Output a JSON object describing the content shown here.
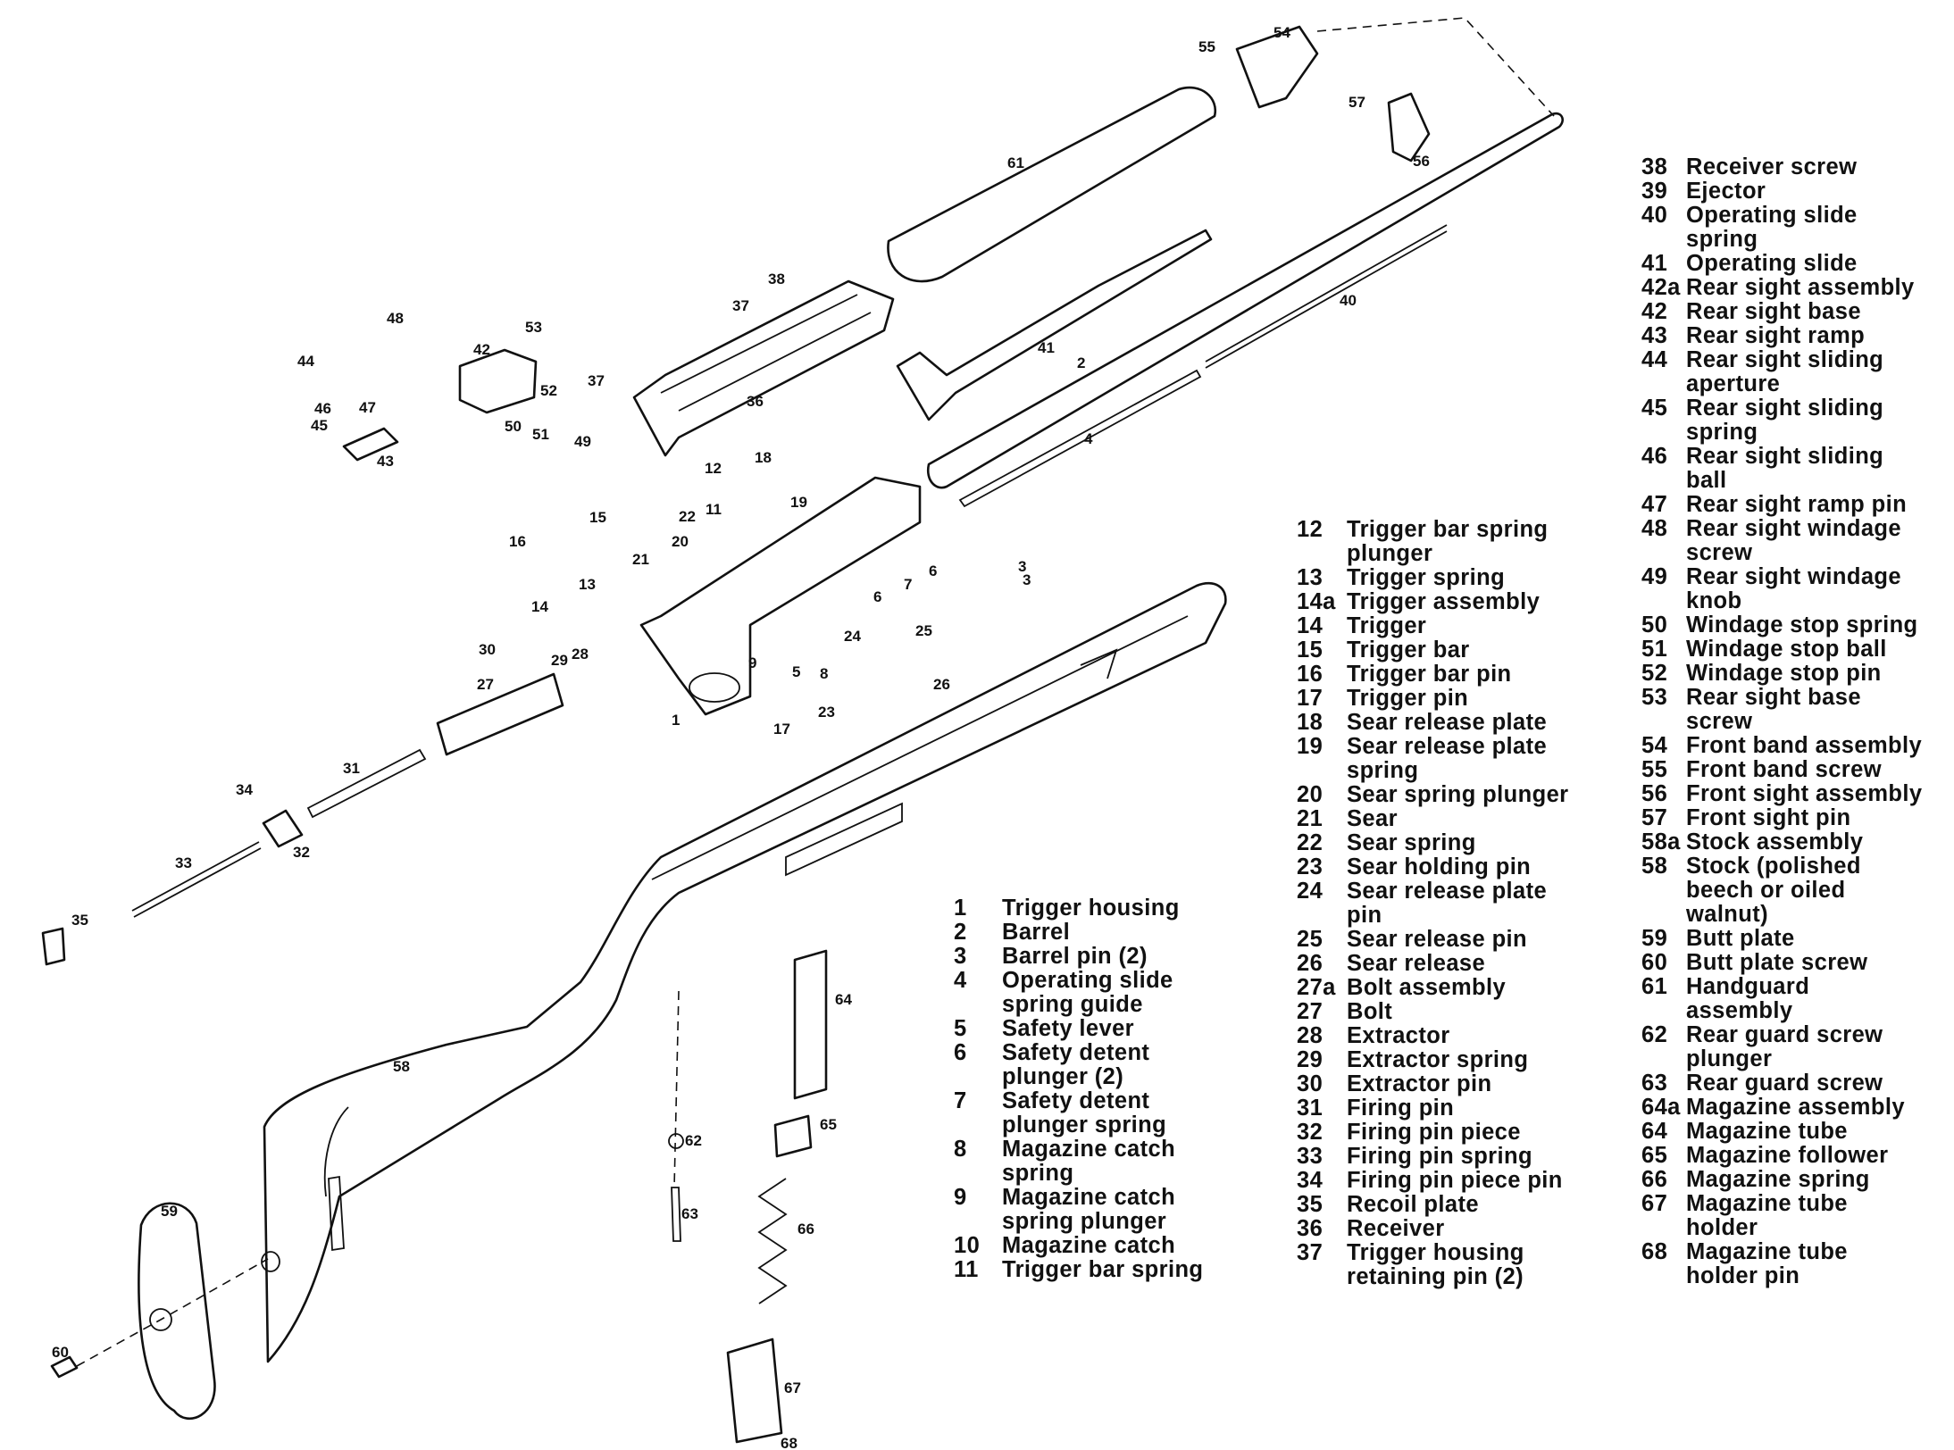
{
  "diagram": {
    "callouts": [
      "1",
      "2",
      "3",
      "3",
      "4",
      "5",
      "6",
      "6",
      "7",
      "8",
      "9",
      "11",
      "12",
      "13",
      "14",
      "15",
      "16",
      "17",
      "18",
      "19",
      "20",
      "21",
      "22",
      "23",
      "24",
      "25",
      "26",
      "27",
      "28",
      "29",
      "30",
      "31",
      "32",
      "33",
      "34",
      "35",
      "36",
      "37",
      "37",
      "38",
      "40",
      "41",
      "42",
      "43",
      "44",
      "45",
      "46",
      "47",
      "48",
      "49",
      "50",
      "51",
      "52",
      "53",
      "54",
      "55",
      "56",
      "57",
      "58",
      "59",
      "60",
      "61",
      "62",
      "63",
      "64",
      "65",
      "66",
      "67",
      "68"
    ]
  },
  "legend": {
    "column_1": [
      {
        "num": "1",
        "desc": "Trigger housing"
      },
      {
        "num": "2",
        "desc": "Barrel"
      },
      {
        "num": "3",
        "desc": "Barrel pin (2)"
      },
      {
        "num": "4",
        "desc": "Operating slide\nspring guide"
      },
      {
        "num": "5",
        "desc": "Safety lever"
      },
      {
        "num": "6",
        "desc": "Safety detent\nplunger (2)"
      },
      {
        "num": "7",
        "desc": "Safety detent\nplunger spring"
      },
      {
        "num": "8",
        "desc": "Magazine catch\nspring"
      },
      {
        "num": "9",
        "desc": "Magazine catch\nspring plunger"
      },
      {
        "num": "10",
        "desc": "Magazine catch"
      },
      {
        "num": "11",
        "desc": "Trigger bar spring"
      }
    ],
    "column_2": [
      {
        "num": "12",
        "desc": "Trigger bar spring\nplunger"
      },
      {
        "num": "13",
        "desc": "Trigger spring"
      },
      {
        "num": "14a",
        "desc": "Trigger assembly"
      },
      {
        "num": "14",
        "desc": "Trigger"
      },
      {
        "num": "15",
        "desc": "Trigger bar"
      },
      {
        "num": "16",
        "desc": "Trigger bar pin"
      },
      {
        "num": "17",
        "desc": "Trigger pin"
      },
      {
        "num": "18",
        "desc": "Sear release plate"
      },
      {
        "num": "19",
        "desc": "Sear release plate\nspring"
      },
      {
        "num": "20",
        "desc": "Sear spring plunger"
      },
      {
        "num": "21",
        "desc": "Sear"
      },
      {
        "num": "22",
        "desc": "Sear spring"
      },
      {
        "num": "23",
        "desc": "Sear holding pin"
      },
      {
        "num": "24",
        "desc": "Sear release plate\npin"
      },
      {
        "num": "25",
        "desc": "Sear release pin"
      },
      {
        "num": "26",
        "desc": "Sear release"
      },
      {
        "num": "27a",
        "desc": "Bolt assembly"
      },
      {
        "num": "27",
        "desc": "Bolt"
      },
      {
        "num": "28",
        "desc": "Extractor"
      },
      {
        "num": "29",
        "desc": "Extractor spring"
      },
      {
        "num": "30",
        "desc": "Extractor pin"
      },
      {
        "num": "31",
        "desc": "Firing pin"
      },
      {
        "num": "32",
        "desc": "Firing pin piece"
      },
      {
        "num": "33",
        "desc": "Firing pin spring"
      },
      {
        "num": "34",
        "desc": "Firing pin piece pin"
      },
      {
        "num": "35",
        "desc": "Recoil plate"
      },
      {
        "num": "36",
        "desc": "Receiver"
      },
      {
        "num": "37",
        "desc": "Trigger housing\nretaining pin (2)"
      }
    ],
    "column_3": [
      {
        "num": "38",
        "desc": "Receiver screw"
      },
      {
        "num": "39",
        "desc": "Ejector"
      },
      {
        "num": "40",
        "desc": "Operating slide\nspring"
      },
      {
        "num": "41",
        "desc": "Operating slide"
      },
      {
        "num": "42a",
        "desc": "Rear sight assembly"
      },
      {
        "num": "42",
        "desc": "Rear sight base"
      },
      {
        "num": "43",
        "desc": "Rear sight ramp"
      },
      {
        "num": "44",
        "desc": "Rear sight sliding\naperture"
      },
      {
        "num": "45",
        "desc": "Rear sight sliding\nspring"
      },
      {
        "num": "46",
        "desc": "Rear sight sliding\nball"
      },
      {
        "num": "47",
        "desc": "Rear sight ramp pin"
      },
      {
        "num": "48",
        "desc": "Rear sight windage\nscrew"
      },
      {
        "num": "49",
        "desc": "Rear sight windage\nknob"
      },
      {
        "num": "50",
        "desc": "Windage stop spring"
      },
      {
        "num": "51",
        "desc": "Windage stop ball"
      },
      {
        "num": "52",
        "desc": "Windage stop pin"
      },
      {
        "num": "53",
        "desc": "Rear sight base\nscrew"
      },
      {
        "num": "54",
        "desc": "Front band assembly"
      },
      {
        "num": "55",
        "desc": "Front band screw"
      },
      {
        "num": "56",
        "desc": "Front sight assembly"
      },
      {
        "num": "57",
        "desc": "Front sight pin"
      },
      {
        "num": "58a",
        "desc": "Stock assembly"
      },
      {
        "num": "58",
        "desc": "Stock (polished\nbeech or oiled\nwalnut)"
      },
      {
        "num": "59",
        "desc": "Butt plate"
      },
      {
        "num": "60",
        "desc": "Butt plate screw"
      },
      {
        "num": "61",
        "desc": "Handguard\nassembly"
      },
      {
        "num": "62",
        "desc": "Rear guard screw\nplunger"
      },
      {
        "num": "63",
        "desc": "Rear guard screw"
      },
      {
        "num": "64a",
        "desc": "Magazine assembly"
      },
      {
        "num": "64",
        "desc": "Magazine tube"
      },
      {
        "num": "65",
        "desc": "Magazine follower"
      },
      {
        "num": "66",
        "desc": "Magazine spring"
      },
      {
        "num": "67",
        "desc": "Magazine tube\nholder"
      },
      {
        "num": "68",
        "desc": "Magazine tube\nholder pin"
      }
    ]
  }
}
